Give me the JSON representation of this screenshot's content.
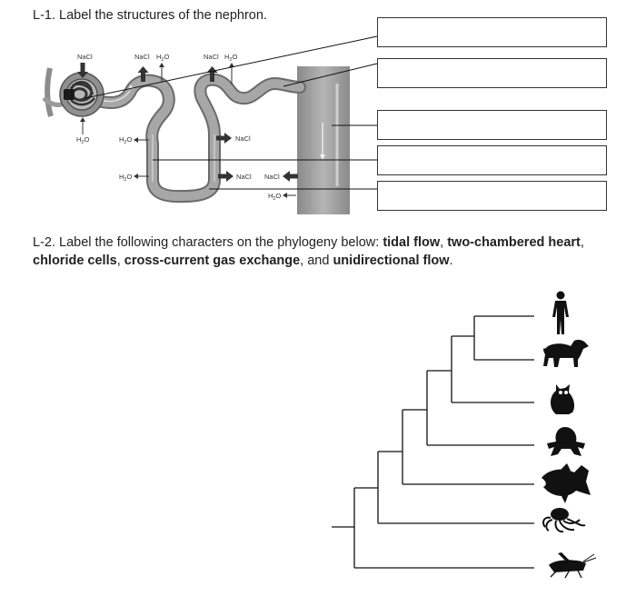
{
  "question1": {
    "text": "L-1. Label the structures of the nephron."
  },
  "question2": {
    "intro": "L-2. Label the following characters on the phylogeny below: ",
    "terms": [
      "tidal flow",
      "two-chambered heart",
      "chloride cells",
      "cross-current gas exchange",
      "unidirectional flow"
    ],
    "sep1": ", ",
    "sep2": ", ",
    "sep3": ", ",
    "sep4": ", and ",
    "end": "."
  },
  "nephron": {
    "labels": {
      "nacl_top1": "NaCl",
      "nacl_top2": "NaCl",
      "h2o_top2": "H",
      "nacl_top3": "NaCl",
      "h2o_top3": "H",
      "h2o_glom": "H",
      "h2o_pct": "H",
      "nacl_dct": "NaCl",
      "h2o_loop": "H",
      "nacl_loop": "NaCl",
      "nacl_duct": "NaCl",
      "h2o_duct": "H",
      "sub2": "2",
      "o": "O"
    }
  },
  "phylogeny": {
    "taxa_icons": [
      "human-icon",
      "dog-icon",
      "owl-icon",
      "frog-icon",
      "fish-icon",
      "octopus-icon",
      "grasshopper-icon"
    ]
  }
}
